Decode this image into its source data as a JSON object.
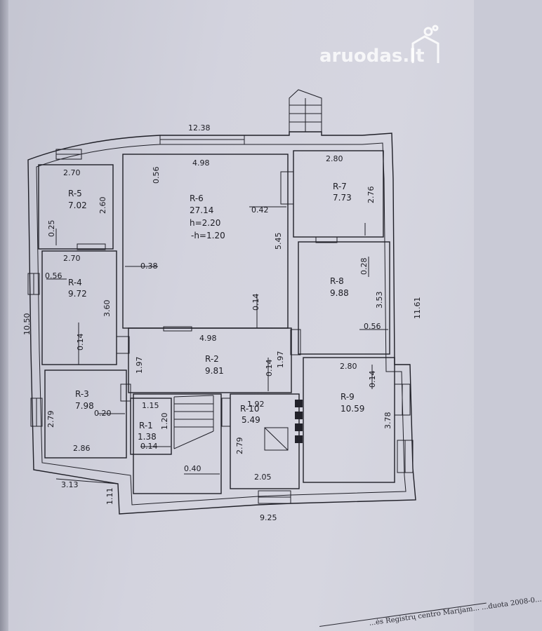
{
  "watermark": "aruodas.lt",
  "footer_note": "...ės Registrų centro Marijam... ...duota 2008-0...",
  "rooms": [
    {
      "id": "R-1",
      "area": "1.38"
    },
    {
      "id": "R-2",
      "area": "9.81"
    },
    {
      "id": "R-3",
      "area": "7.98"
    },
    {
      "id": "R-4",
      "area": "9.72"
    },
    {
      "id": "R-5",
      "area": "7.02"
    },
    {
      "id": "R-6",
      "area": "27.14",
      "h1": "h=2.20",
      "h2": "-h=1.20"
    },
    {
      "id": "R-7",
      "area": "7.73"
    },
    {
      "id": "R-8",
      "area": "9.88"
    },
    {
      "id": "R-9",
      "area": "10.59"
    },
    {
      "id": "R-10",
      "area": "5.49"
    }
  ],
  "dims": {
    "top_total": "12.38",
    "left_total": "10.50",
    "right_total": "11.61",
    "bottom_total": "9.25",
    "bottom_left": "3.13",
    "bottom_left_v": "1.11",
    "r5_w": "2.70",
    "r5_h": "2.60",
    "r5_wall": "0.25",
    "r4_w": "2.70",
    "r4_h": "3.60",
    "r4_wall_a": "0.56",
    "r4_wall_b": "0.14",
    "r3_h": "2.79",
    "r3_w": "2.86",
    "r3_wall": "0.20",
    "r6_w": "4.98",
    "r6_wall_top": "0.56",
    "r6_wall_right": "0.42",
    "r6_h": "5.45",
    "r6_wall_left": "0.38",
    "r6_wall_bottom": "0.14",
    "r2_w": "4.98",
    "r2_h_left": "1.97",
    "r2_h_right": "1.97",
    "r2_wall": "0.14",
    "r7_w": "2.80",
    "r7_h": "2.76",
    "r8_wall_top": "0.28",
    "r8_h": "3.53",
    "r8_wall_right": "0.56",
    "r9_w": "2.80",
    "r9_wall": "0.14",
    "r9_h": "3.78",
    "r1_w": "1.15",
    "r1_h": "1.20",
    "r1_wall": "0.14",
    "stair_w": "0.40",
    "r10_w": "1.92",
    "r10_h": "2.79",
    "r10_w2": "2.05"
  }
}
